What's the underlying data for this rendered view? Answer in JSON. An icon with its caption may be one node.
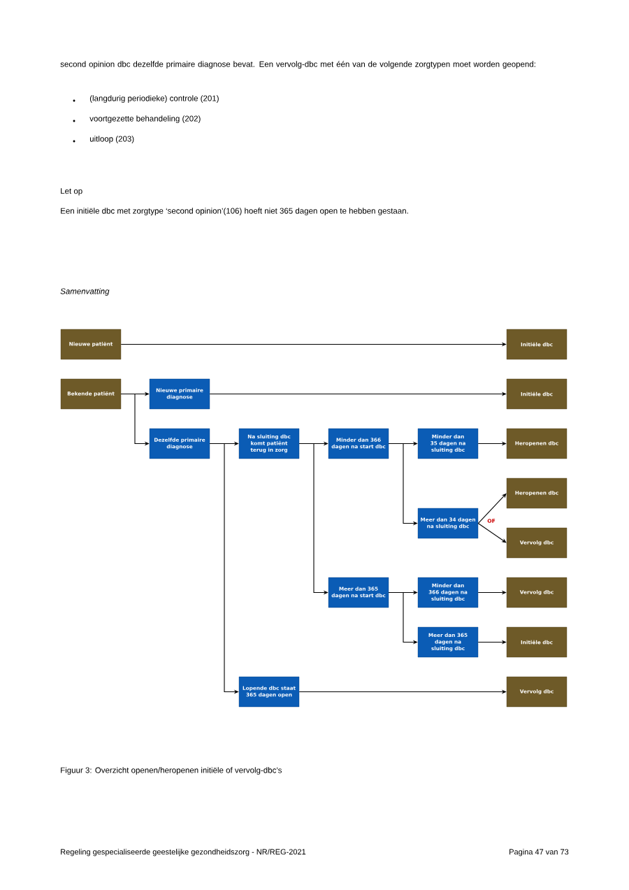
{
  "diagram": {
    "title": "Samenvatting",
    "caption": "Figuur 3: Overzicht openen/heropenen initiële of vervolg-dbc’s",
    "nodes": [
      {
        "text": [
          "Nieuwe patiënt"
        ]
      },
      {
        "text": [
          "Initiële dbc"
        ]
      },
      {
        "text": [
          "Bekende patiënt"
        ]
      },
      {
        "text": [
          "Nieuwe primaire diagnose"
        ]
      },
      {
        "text": [
          "Initiële dbc"
        ]
      },
      {
        "text": [
          "Dezelfde primaire diagnose"
        ]
      },
      {
        "text": [
          "Na sluiting dbc komt patiënt terug in zorg"
        ]
      },
      {
        "text": [
          "Minder dan 366 dagen na start dbc"
        ]
      },
      {
        "text": [
          "Minder dan 35 dagen na sluiting dbc"
        ]
      },
      {
        "text": [
          "Heropenen dbc"
        ]
      },
      {
        "text": [
          "Heropenen dbc"
        ]
      },
      {
        "text": [
          "Meer dan 34 dagen na sluiting dbc"
        ]
      },
      {
        "text": [
          "Vervolg dbc"
        ]
      },
      {
        "text": [
          "Meer dan 365 dagen na start dbc"
        ]
      },
      {
        "text": [
          "Minder dan 366 dagen na sluiting dbc"
        ]
      },
      {
        "text": [
          "Vervolg dbc"
        ]
      },
      {
        "text": [
          "Meer dan 365 dagen na sluiting dbc"
        ]
      },
      {
        "text": [
          "Initiële dbc"
        ]
      },
      {
        "text": [
          "Lopende dbc staat 365 dagen open"
        ]
      },
      {
        "text": [
          "Vervolg dbc"
        ]
      }
    ],
    "edges": [
      {
        "from": 0,
        "to": 1,
        "arrow": "to"
      },
      {
        "from": 2,
        "to": 3,
        "arrow": "to"
      },
      {
        "from": 2,
        "to": 5,
        "arrow": "to"
      },
      {
        "from": 3,
        "to": 4,
        "arrow": "to"
      },
      {
        "from": 5,
        "to": 6,
        "arrow": "to"
      },
      {
        "from": 5,
        "to": 18,
        "arrow": "to"
      },
      {
        "from": 6,
        "to": 7,
        "arrow": "to"
      },
      {
        "from": 6,
        "to": 13,
        "arrow": "to"
      },
      {
        "from": 7,
        "to": 8,
        "arrow": "to"
      },
      {
        "from": 7,
        "to": 11,
        "arrow": "to"
      },
      {
        "from": 8,
        "to": 9,
        "arrow": "to"
      },
      {
        "from": 11,
        "to": 10,
        "arrow": "to"
      },
      {
        "from": 11,
        "to": 12,
        "arrow": "to"
      },
      {
        "from": 13,
        "to": 14,
        "arrow": "to"
      },
      {
        "from": 13,
        "to": 16,
        "arrow": "to"
      },
      {
        "from": 14,
        "to": 15,
        "arrow": "to"
      },
      {
        "from": 16,
        "to": 17,
        "arrow": "to"
      },
      {
        "from": 18,
        "to": 19,
        "arrow": "to"
      }
    ],
    "labels": [
      "second opinion dbc dezelfde primaire diagnose bevat. Een vervolg-dbc met één van de volgende zorgtypen moet worden geopend:",
      "(langdurig periodieke) controle (201)",
      "voortgezette behandeling (202)",
      "uitloop (203)",
      "Let op",
      "Een initiële dbc met zorgtype ‘second opinion’(106) hoeft niet 365 dagen open te hebben gestaan.",
      "OF",
      "Regeling gespecialiseerde geestelijke gezondheidszorg - NR/REG-2021",
      "Pagina 47 van 73"
    ]
  }
}
